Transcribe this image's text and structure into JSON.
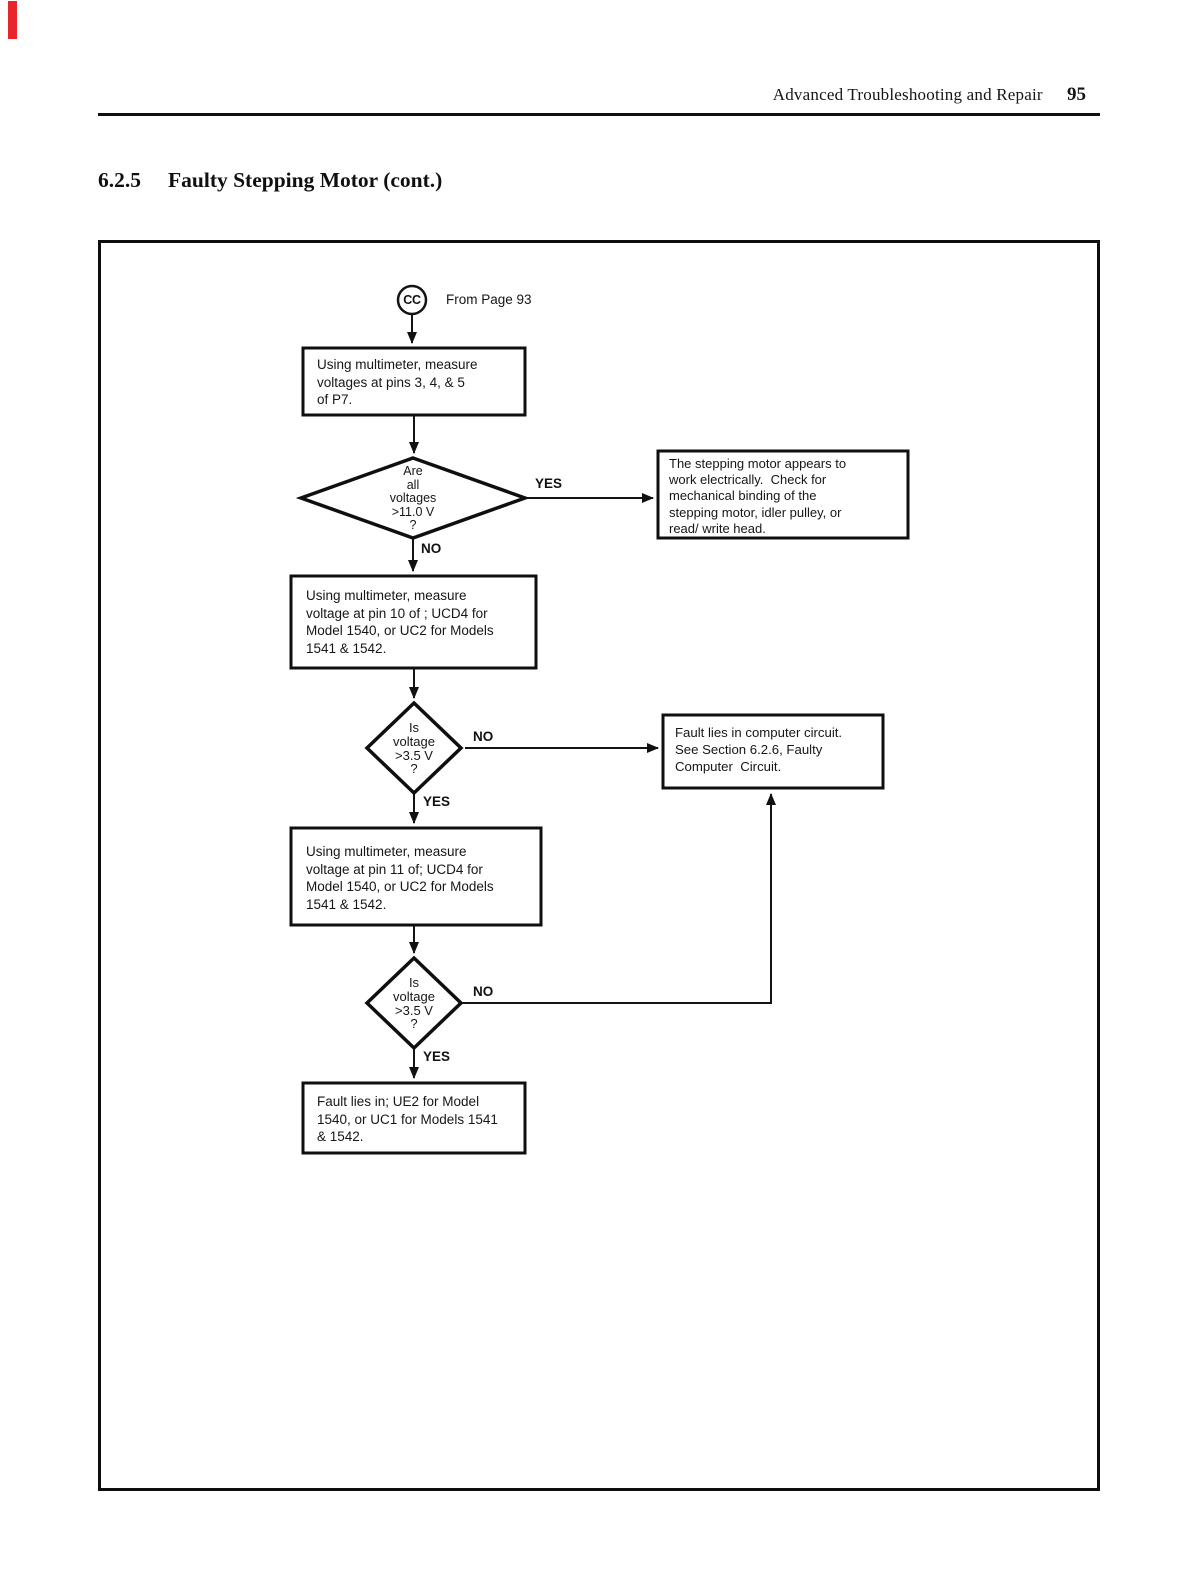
{
  "page": {
    "edge_marker_color": "#e8252a"
  },
  "header": {
    "title": "Advanced Troubleshooting and Repair",
    "page_number": "95"
  },
  "section": {
    "number": "6.2.5",
    "title": "Faulty Stepping Motor (cont.)"
  },
  "flowchart": {
    "entry": {
      "badge": "CC",
      "label": "From Page 93"
    },
    "nodes": {
      "measure_p7": "Using multimeter, measure\nvoltages at pins 3, 4, & 5\nof P7.",
      "decision_voltages": "Are\nall\nvoltages\n>11.0 V\n?",
      "motor_ok": "The stepping motor appears to\nwork electrically.  Check for\nmechanical binding of the\nstepping motor, idler pulley, or\nread/ write head.",
      "measure_pin10": "Using multimeter, measure\nvoltage at pin 10 of ; UCD4 for\nModel 1540, or UC2 for Models\n1541 & 1542.",
      "decision_pin10": "Is\nvoltage\n>3.5 V\n?",
      "computer_fault": "Fault lies in computer circuit.\nSee Section 6.2.6, Faulty\nComputer  Circuit.",
      "measure_pin11": "Using multimeter, measure\nvoltage at pin 11 of; UCD4 for\nModel 1540, or UC2 for Models\n1541 & 1542.",
      "decision_pin11": "Is\nvoltage\n>3.5 V\n?",
      "final_fault": "Fault lies in; UE2 for Model\n1540, or UC1 for Models 1541\n& 1542."
    },
    "edge_labels": {
      "yes1": "YES",
      "no1": "NO",
      "no2": "NO",
      "yes2": "YES",
      "no3": "NO",
      "yes3": "YES"
    }
  }
}
